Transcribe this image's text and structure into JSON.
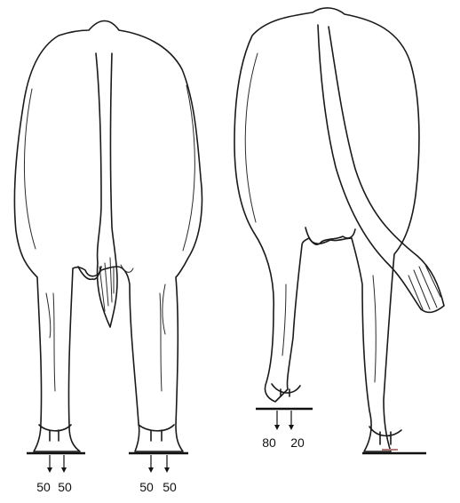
{
  "figures": [
    {
      "name": "cow-rear-view-standing-square",
      "loads": [
        {
          "hoof": "left-hind",
          "values": [
            "50",
            "50"
          ]
        },
        {
          "hoof": "right-hind",
          "values": [
            "50",
            "50"
          ]
        }
      ]
    },
    {
      "name": "cow-rear-view-one-leg-raised",
      "loads": [
        {
          "hoof": "weight-bearing-hind",
          "values": [
            "80",
            "20"
          ]
        }
      ]
    }
  ],
  "colors": {
    "ink": "#1a1a1a",
    "background": "#ffffff",
    "hoof_accent": "#b07a7a"
  }
}
